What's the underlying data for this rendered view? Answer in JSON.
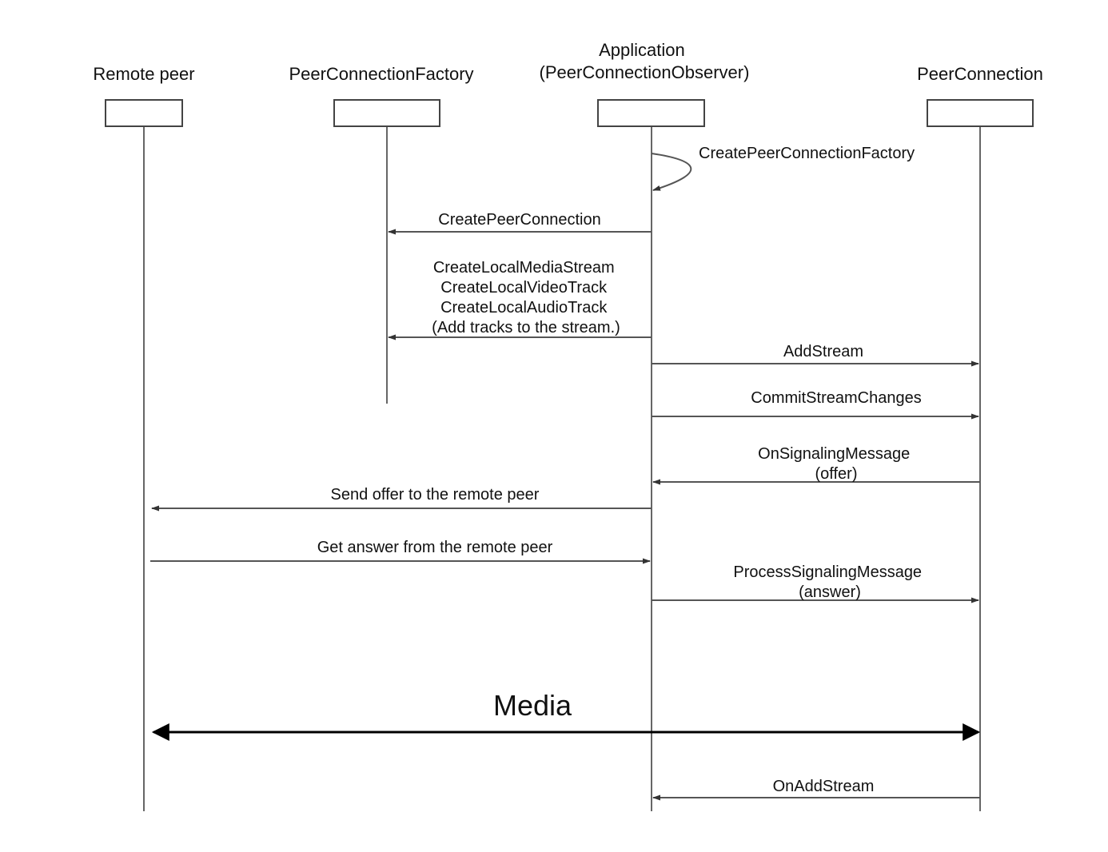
{
  "actors": [
    {
      "id": "remote",
      "label_lines": [
        "Remote peer"
      ]
    },
    {
      "id": "factory",
      "label_lines": [
        "PeerConnectionFactory"
      ]
    },
    {
      "id": "app",
      "label_lines": [
        "Application",
        "(PeerConnectionObserver)"
      ]
    },
    {
      "id": "pc",
      "label_lines": [
        "PeerConnection"
      ]
    }
  ],
  "messages": [
    {
      "from": "app",
      "to": "app",
      "self": true,
      "label_lines": [
        "CreatePeerConnectionFactory"
      ]
    },
    {
      "from": "app",
      "to": "factory",
      "label_lines": [
        "CreatePeerConnection"
      ]
    },
    {
      "from": "app",
      "to": "factory",
      "label_lines": [
        "CreateLocalMediaStream",
        "CreateLocalVideoTrack",
        "CreateLocalAudioTrack",
        "(Add tracks to the stream.)"
      ]
    },
    {
      "from": "app",
      "to": "pc",
      "label_lines": [
        "AddStream"
      ]
    },
    {
      "from": "app",
      "to": "pc",
      "label_lines": [
        "CommitStreamChanges"
      ]
    },
    {
      "from": "pc",
      "to": "app",
      "label_lines": [
        "OnSignalingMessage",
        "(offer)"
      ]
    },
    {
      "from": "app",
      "to": "remote",
      "label_lines": [
        "Send offer to the remote peer"
      ]
    },
    {
      "from": "remote",
      "to": "app",
      "label_lines": [
        "Get answer from the remote peer"
      ]
    },
    {
      "from": "app",
      "to": "pc",
      "label_lines": [
        "ProcessSignalingMessage",
        "(answer)"
      ]
    },
    {
      "from": "remote",
      "to": "pc",
      "bidirectional": true,
      "bold": true,
      "label_lines": [
        "Media"
      ]
    },
    {
      "from": "pc",
      "to": "app",
      "label_lines": [
        "OnAddStream"
      ]
    }
  ]
}
